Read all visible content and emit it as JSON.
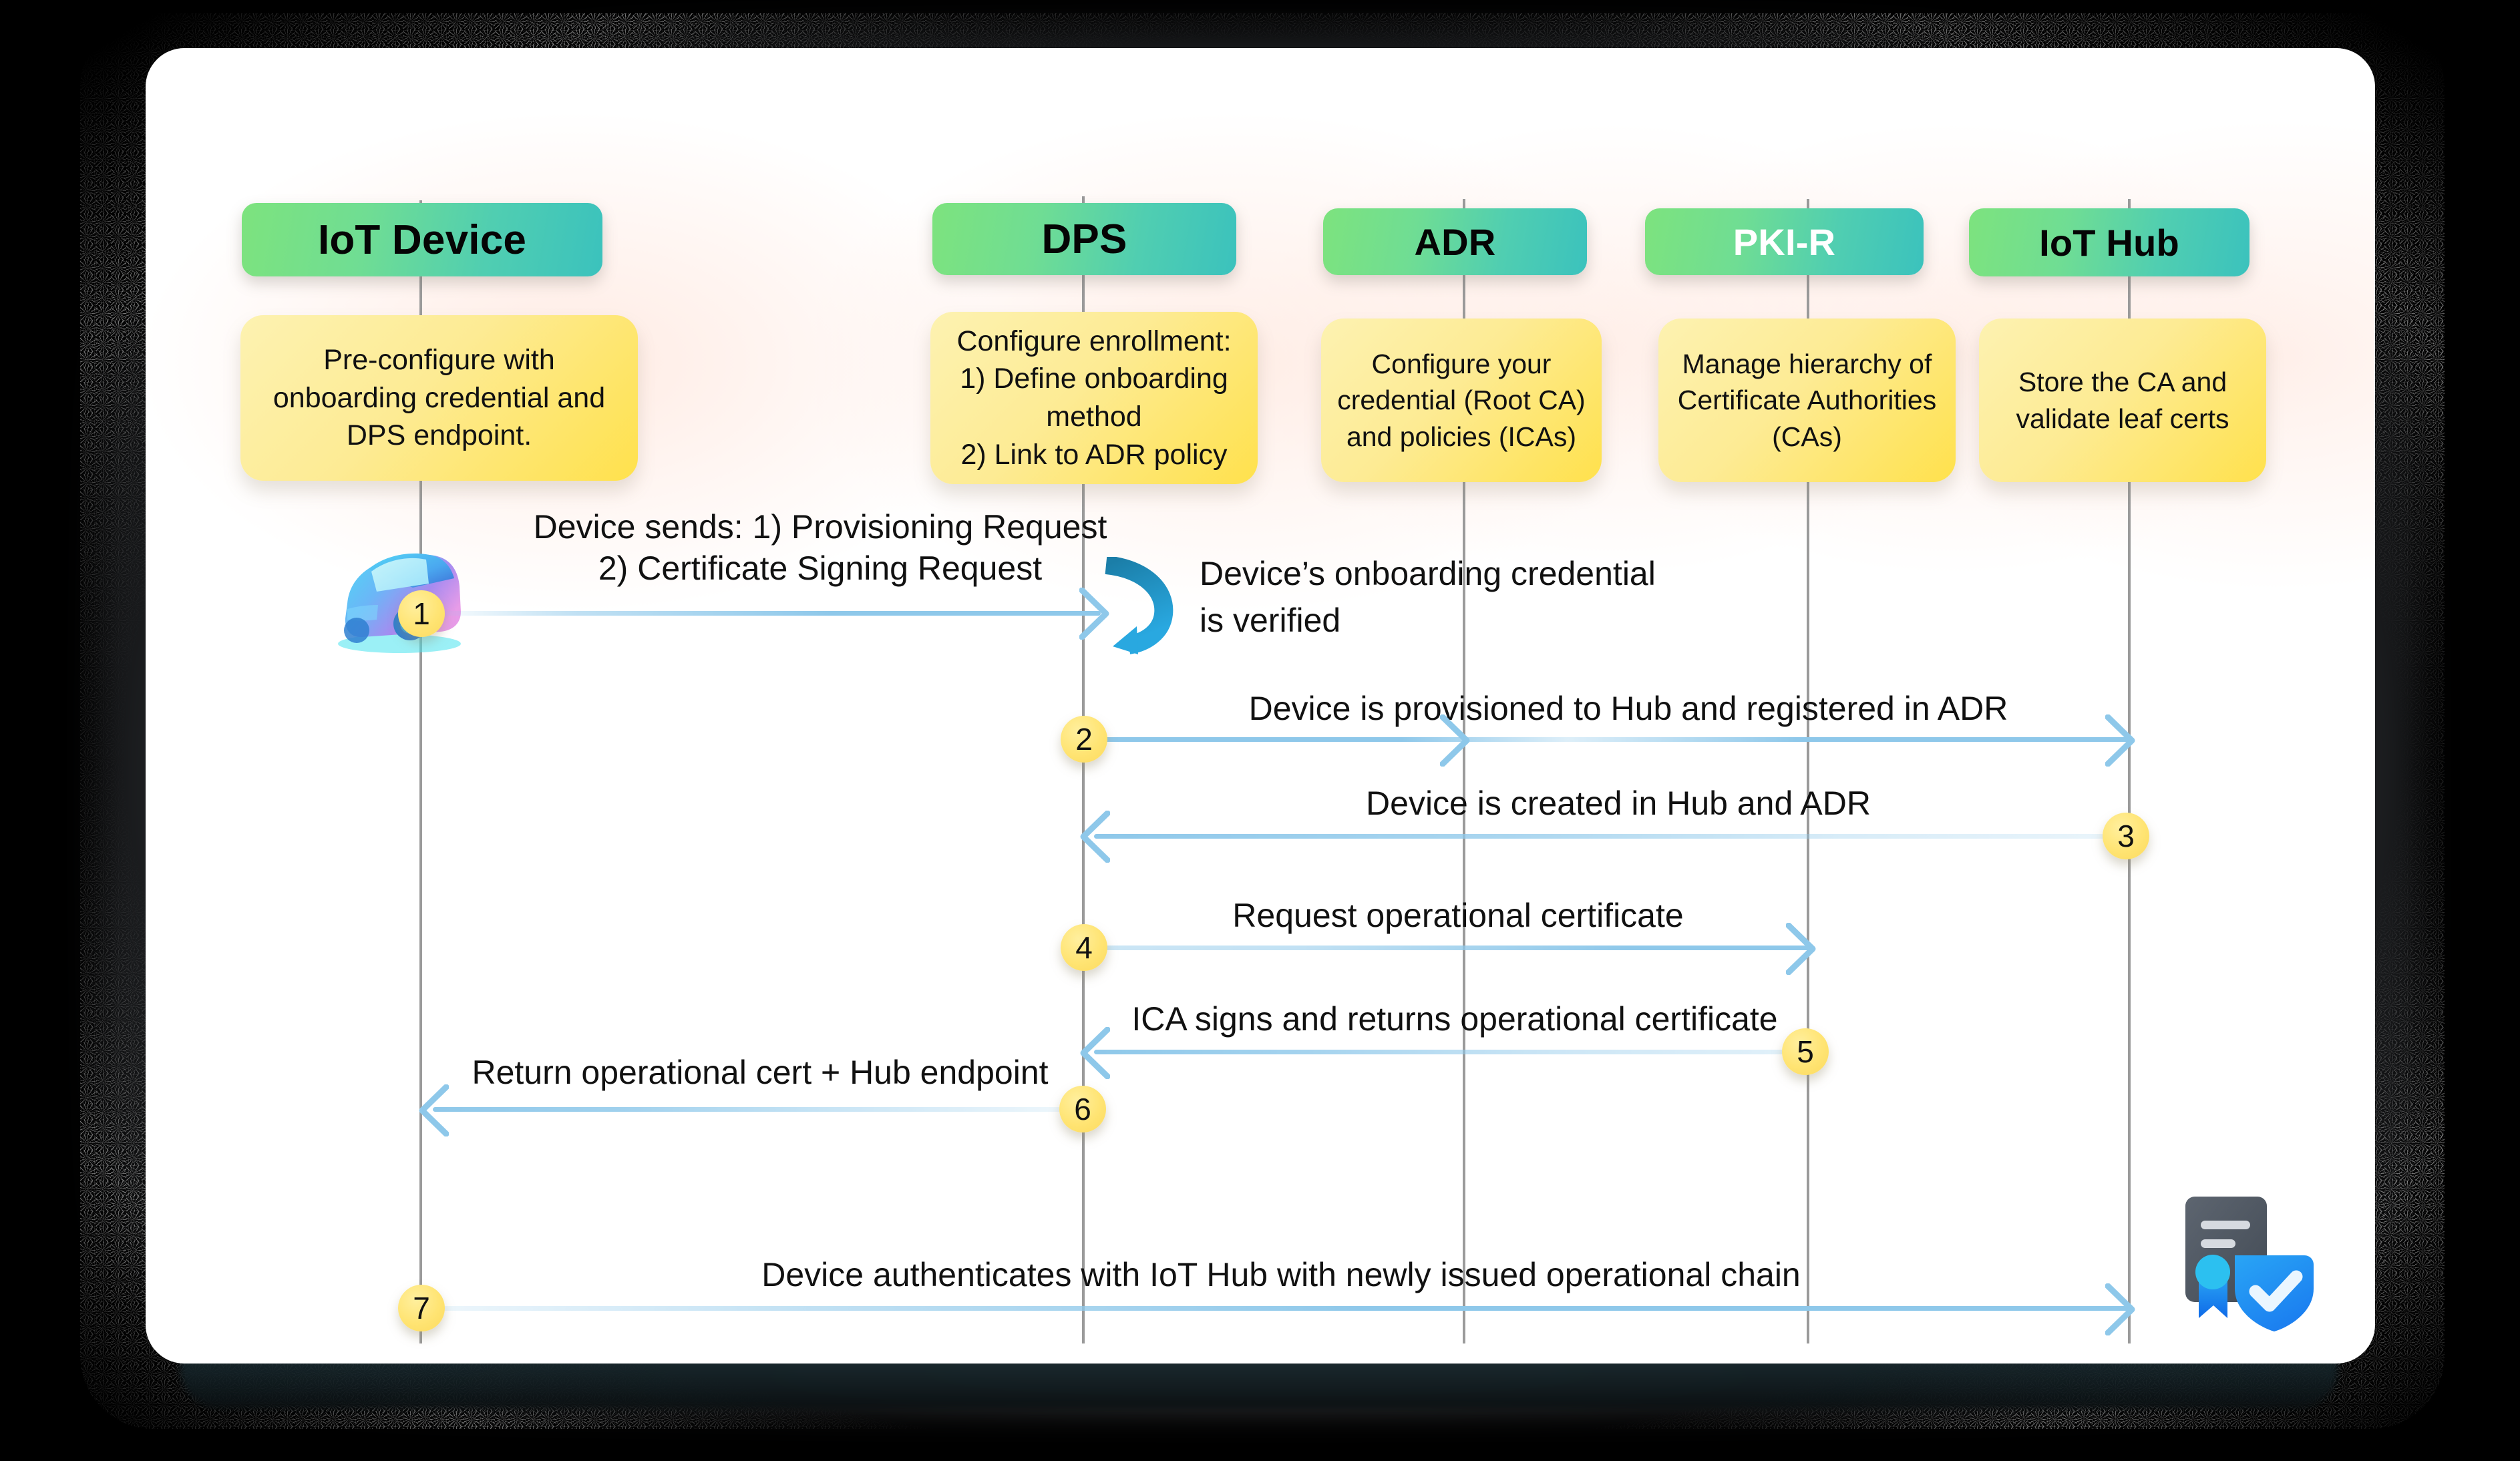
{
  "diagram": {
    "title": "IoT device provisioning and certificate issuance sequence",
    "accent_green_start": "#7de37e",
    "accent_green_end": "#3bc2bd",
    "note_yellow_start": "#fdf2b1",
    "note_yellow_end": "#ffe14c",
    "arrow_blue": "#8ec8ea",
    "badge_yellow": "#ffe473",
    "lifeline_gray": "#9a9a9a",
    "card_background": "#ffffff",
    "page_background": "#000000"
  },
  "actors": [
    {
      "id": "iot-device",
      "label": "IoT Device",
      "text_color": "#050505",
      "note": "Pre-configure with onboarding credential and DPS endpoint."
    },
    {
      "id": "dps",
      "label": "DPS",
      "text_color": "#050505",
      "note": "Configure enrollment:\n1) Define onboarding method\n2) Link to ADR policy"
    },
    {
      "id": "adr",
      "label": "ADR",
      "text_color": "#050505",
      "note": "Configure your credential (Root CA) and policies (ICAs)"
    },
    {
      "id": "pki-r",
      "label": "PKI-R",
      "text_color": "#ffffff",
      "note": "Manage hierarchy of Certificate Authorities (CAs)"
    },
    {
      "id": "iot-hub",
      "label": "IoT Hub",
      "text_color": "#050505",
      "note": "Store the CA and validate leaf certs"
    }
  ],
  "messages": [
    {
      "step": "1",
      "from": "iot-device",
      "to": "dps",
      "direction": "right",
      "label_lines": [
        "Device sends: 1) Provisioning Request",
        "2) Certificate Signing Request"
      ]
    },
    {
      "step": "",
      "from": "dps",
      "to": "dps",
      "direction": "self",
      "label_lines": [
        "Device’s onboarding credential",
        "is verified"
      ]
    },
    {
      "step": "2",
      "from": "dps",
      "to": "iot-hub",
      "direction": "right",
      "label_lines": [
        "Device is provisioned to Hub and registered in ADR"
      ]
    },
    {
      "step": "3",
      "from": "iot-hub",
      "to": "dps",
      "direction": "left",
      "label_lines": [
        "Device is created in Hub and ADR"
      ]
    },
    {
      "step": "4",
      "from": "dps",
      "to": "pki-r",
      "direction": "right",
      "label_lines": [
        "Request operational certificate"
      ]
    },
    {
      "step": "5",
      "from": "pki-r",
      "to": "dps",
      "direction": "left",
      "label_lines": [
        "ICA signs and returns operational certificate"
      ]
    },
    {
      "step": "6",
      "from": "dps",
      "to": "iot-device",
      "direction": "left",
      "label_lines": [
        "Return operational cert + Hub endpoint"
      ]
    },
    {
      "step": "7",
      "from": "iot-device",
      "to": "iot-hub",
      "direction": "right",
      "label_lines": [
        "Device authenticates with IoT Hub with newly issued operational chain"
      ]
    }
  ],
  "icons": [
    {
      "id": "car",
      "name": "car-icon"
    },
    {
      "id": "certificate",
      "name": "certificate-shield-icon"
    },
    {
      "id": "self-loop",
      "name": "loop-arrow-icon"
    }
  ]
}
